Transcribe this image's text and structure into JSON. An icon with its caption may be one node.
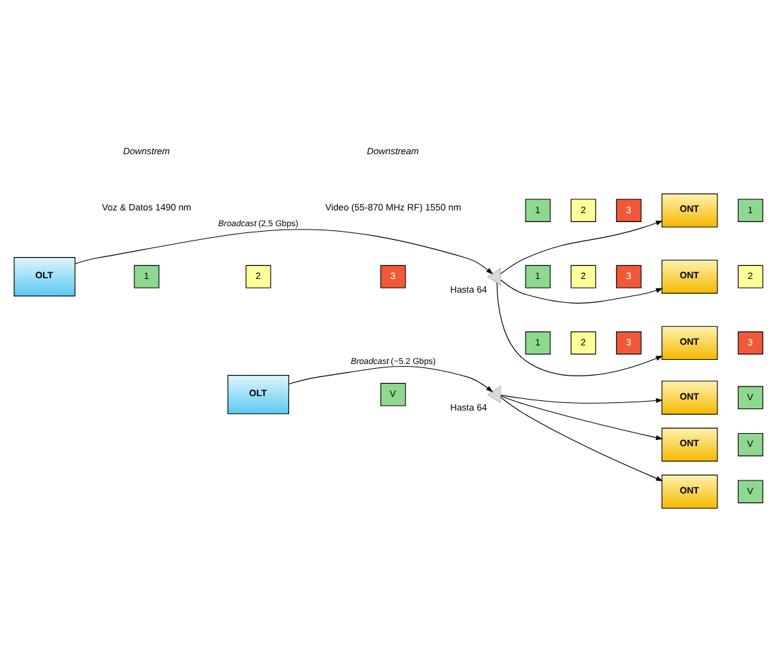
{
  "diagram": {
    "nodes": [
      {
        "text": [
          "OLT"
        ]
      },
      {
        "text": [],
        "shape": "triangle",
        "beside": [
          "Hasta 64"
        ]
      },
      {
        "text": [
          "1"
        ]
      },
      {
        "text": [
          "2"
        ]
      },
      {
        "text": [
          "3"
        ]
      },
      {
        "text": [
          "1"
        ]
      },
      {
        "text": [
          "2"
        ]
      },
      {
        "text": [
          "3"
        ]
      },
      {
        "text": [
          "ONT"
        ]
      },
      {
        "text": [
          "1"
        ]
      },
      {
        "text": [
          "1"
        ]
      },
      {
        "text": [
          "2"
        ]
      },
      {
        "text": [
          "3"
        ]
      },
      {
        "text": [
          "ONT"
        ]
      },
      {
        "text": [
          "2"
        ]
      },
      {
        "text": [
          "1"
        ]
      },
      {
        "text": [
          "2"
        ]
      },
      {
        "text": [
          "3"
        ]
      },
      {
        "text": [
          "ONT"
        ]
      },
      {
        "text": [
          "3"
        ]
      },
      {
        "text": [
          "OLT"
        ]
      },
      {
        "text": [],
        "shape": "triangle",
        "beside": [
          "Hasta 64"
        ]
      },
      {
        "text": [
          "V"
        ]
      },
      {
        "text": [
          "ONT"
        ]
      },
      {
        "text": [
          "V"
        ]
      },
      {
        "text": [
          "ONT"
        ]
      },
      {
        "text": [
          "V"
        ]
      },
      {
        "text": [
          "ONT"
        ]
      },
      {
        "text": [
          "V"
        ]
      }
    ],
    "edges": [
      {
        "from": 0,
        "to": 1,
        "arrow": "to",
        "label": "*Broadcast* (2,5 Gbps)"
      },
      {
        "from": 1,
        "to": 8,
        "arrow": "to"
      },
      {
        "from": 1,
        "to": 13,
        "arrow": "to"
      },
      {
        "from": 1,
        "to": 18,
        "arrow": "to"
      },
      {
        "from": 20,
        "to": 21,
        "arrow": "to",
        "label": "*Broadcast* (~5.2 Gbps)"
      },
      {
        "from": 21,
        "to": 23,
        "arrow": "to"
      },
      {
        "from": 21,
        "to": 25,
        "arrow": "to"
      },
      {
        "from": 21,
        "to": 27,
        "arrow": "to"
      }
    ],
    "labels": [
      "*Downstrem*",
      "Voz & Datos 1490 nm",
      "*Downstream*",
      "Video (55-870 MHz RF) 1550 nm"
    ]
  }
}
